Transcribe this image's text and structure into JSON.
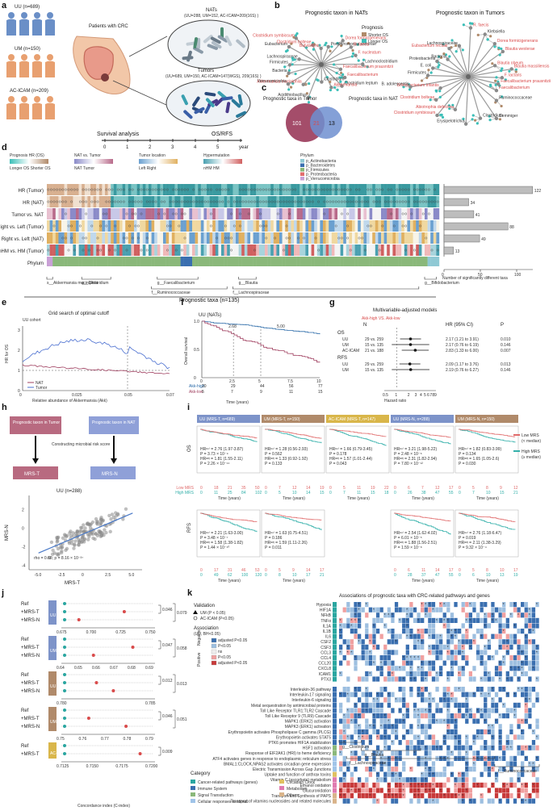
{
  "panel_letters": [
    "a",
    "b",
    "c",
    "d",
    "e",
    "f",
    "g",
    "h",
    "i",
    "j",
    "k"
  ],
  "a": {
    "cohorts": [
      {
        "label": "UU (n=689)",
        "color": "#6a8fc7"
      },
      {
        "label": "UM (n=150)",
        "color": "#e8a070"
      },
      {
        "label": "AC-ICAM (n=209)",
        "color": "#e8a070"
      }
    ],
    "patients_label": "Patients with CRC",
    "nats_label": "NATs",
    "nats_sub": "(UU=288, UM=152, AC-ICAM=209(16S) )",
    "tumors_label": "Tumors",
    "tumors_sub": "(UU=689, UM=150, AC-ICAM=147(WGS), 209(16S) )",
    "survival_label": "Survival analysis",
    "os_rfs_label": "OS/RFS",
    "timeline": [
      "0",
      "1",
      "2",
      "3",
      "4",
      "5",
      "year"
    ]
  },
  "b": {
    "title_nat": "Prognostic taxon in NATs",
    "title_tumor": "Prognostic taxon in Tumors",
    "legend_title": "Prognosis",
    "legend_items": [
      {
        "label": "Shorter OS",
        "color": "#b08a6a"
      },
      {
        "label": "Longer OS",
        "color": "#3cbfb8"
      }
    ],
    "nat_taxa": [
      "Faecalibacterium prausnitzii",
      "Faecalibacterium",
      "Clostridium leptum",
      "Akkermansia",
      "Clostridium",
      "Acidithiobacillus",
      "Akkermansia muciniphila",
      "Verrucomicrobia",
      "Bacteria",
      "Firmicutes",
      "Lachnospiraceae",
      "Eubacterium",
      "Clostridium symbiosum",
      "Clostridium bolteae",
      "Butyrivibrio",
      "Porphyromonas somerae",
      "Dorea formicigenerans",
      "R. faecis",
      "F. nucleatum",
      "Lachnoclostridium"
    ],
    "tumor_taxa": [
      "Faecalibacterium prausnitzii",
      "Faecalibacterium",
      "Ruminococcaceae",
      "Gemmiger",
      "Clostridium",
      "Erysipelotrichia",
      "Abiotrophia defectiva",
      "Clostridium symbiosum",
      "Clostridium bolteae",
      "Bifidobacterium infantis",
      "B. adolescentis",
      "Firmicutes",
      "E. coli",
      "Proteobacteria",
      "Bacteria",
      "Eubacterium rectale",
      "Lachnospiraceae",
      "R. faecis",
      "Klebsiella",
      "Dorea formicigenerans",
      "Blautia wexlerae",
      "Blautia obeum",
      "Blautia massiliensis",
      "F. lactaris"
    ]
  },
  "c": {
    "left_label": "Prognostic taxa in Tumor",
    "right_label": "Prognostic taxa in NAT",
    "left_n": "101",
    "overlap_n": "21",
    "right_n": "13"
  },
  "d": {
    "legend_groups": [
      {
        "title": "Prognosis HR (OS)",
        "sub": "Longer OS  Shorter OS"
      },
      {
        "title": "NAT vs. Tumor",
        "sub": "NAT  Tumor"
      },
      {
        "title": "Tumor location",
        "sub": "Left  Right"
      },
      {
        "title": "Hypermutation",
        "sub": "nHM  HM"
      }
    ],
    "phylum_title": "Phylum",
    "phyla": [
      {
        "label": "p_Actinobacteria",
        "color": "#8fc9d4"
      },
      {
        "label": "p_Bacteroidetes",
        "color": "#3a6fb0"
      },
      {
        "label": "p_Firmicutes",
        "color": "#8ab87a"
      },
      {
        "label": "p_Proteobacteria",
        "color": "#e26d6d"
      },
      {
        "label": "p_Verrucomicrobia",
        "color": "#c9a0d6"
      }
    ],
    "rows": [
      "HR (Tumor)",
      "HR (NAT)",
      "Tumor vs. NAT",
      "Right vs. Left (Tumor)",
      "Right vs. Left (NAT)",
      "nHM vs. HM (Tumor)",
      "Phylum"
    ],
    "taxa_labels": [
      "s__Akkermansia muciniphila",
      "g__Clostridium",
      "g__Faecalibacterium",
      "f__Ruminococcaceae",
      "g__Blautia",
      "f__Lachnospiraceae",
      "g__Bifidobacterium"
    ],
    "footer": "Prognostic taxa (n=135)",
    "bar_xlabel": "Number of significantly different taxa",
    "bar_ticks": [
      "0",
      "50",
      "100"
    ]
  },
  "e": {
    "title": "Grid search of optimal cutoff",
    "cohort": "UU cohort",
    "ylabel": "HR for OS",
    "xlabel": "Relative abundance of Akkermansia (Akk)",
    "xticks": [
      "0",
      "0.025",
      "0.05",
      "0.07"
    ],
    "yticks": [
      "0",
      "1",
      "2",
      "3"
    ],
    "legend": [
      {
        "label": "NAT",
        "color": "#a04060"
      },
      {
        "label": "Tumor",
        "color": "#4a6fd0"
      }
    ]
  },
  "f": {
    "title": "UU (NATs)",
    "ylabel": "Overall survival",
    "xlabel": "Time (years)",
    "annot": [
      "2.68",
      "5.00"
    ],
    "risk_hi_label": "Akk-high",
    "risk_lo_label": "Akk-low",
    "risk_hi": [
      "20",
      "29",
      "44",
      "56",
      "77"
    ],
    "risk_lo": [
      "5",
      "7",
      "9",
      "11",
      "15"
    ],
    "xticks": [
      "0",
      "2.5",
      "5",
      "7.5",
      "10"
    ]
  },
  "g": {
    "title": "Multivariable-adjusted models",
    "comparison": "Akk-high VS. Akk-low",
    "headers": [
      "N",
      "HR (95% CI)",
      "P"
    ],
    "groups": [
      {
        "endpoint": "OS",
        "rows": [
          {
            "cohort": "UU",
            "n": "29 vs. 259",
            "hr": "2.17 (1.21 to 3.91)",
            "p": "0.010"
          },
          {
            "cohort": "UM",
            "n": "15 vs. 135",
            "hr": "2.17 (0.76 to 6.19)",
            "p": "0.146"
          },
          {
            "cohort": "AC-ICAM",
            "n": "21 vs. 188",
            "hr": "2.83 (1.33 to 6.00)",
            "p": "0.007"
          }
        ]
      },
      {
        "endpoint": "RFS",
        "rows": [
          {
            "cohort": "UU",
            "n": "29 vs. 259",
            "hr": "2.09 (1.17 to 3.76)",
            "p": "0.013"
          },
          {
            "cohort": "UM",
            "n": "15 vs. 135",
            "hr": "2.19 (0.76 to 6.27)",
            "p": "0.146"
          }
        ]
      }
    ],
    "xlabel": "Hazard ratio",
    "xticks": [
      "0.5",
      "1",
      "2",
      "3",
      "4",
      "5",
      "6",
      "7",
      "8",
      "9"
    ]
  },
  "h": {
    "box_tumor": "Prognostic taxon in Tumor",
    "box_nat": "Prognostic taxon in NAT",
    "mid_label": "Constructing microbial risk score",
    "mrs_t": "MRS-T",
    "mrs_n": "MRS-N",
    "scatter_title": "UU (n=288)",
    "stat": "rho = 0.68; p = 8.16 × 10⁻³⁷",
    "xlabel": "MRS-T",
    "ylabel": "MRS-N",
    "xticks": [
      "-5.0",
      "-2.5",
      "0",
      "2.5",
      "5.0"
    ],
    "yticks": [
      "-4",
      "-2",
      "0",
      "2"
    ]
  },
  "i": {
    "panels": [
      {
        "header": "UU (MRS-T, n=689)",
        "color": "#7d93c9",
        "stats_os": [
          "HRᵘⁿⁱ = 2.76 (1.97-3.87)",
          "P = 3.73 × 10⁻⁹",
          "HRᵃᵈʲ = 1.81 (1.55-2.11)",
          "P = 2.26 × 10⁻¹⁴"
        ],
        "stats_rfs": [
          "HRᵘⁿⁱ = 2.21 (1.63-3.00)",
          "P = 3.48 × 10⁻⁷",
          "HRᵃᵈʲ = 1.58 (1.38-1.82)",
          "P = 1.44 × 10⁻¹⁰"
        ],
        "risk_os_low": [
          "0",
          "18",
          "21",
          "35",
          "50"
        ],
        "risk_os_high": [
          "0",
          "11",
          "25",
          "84",
          "102"
        ],
        "risk_rfs_low": [
          "0",
          "17",
          "31",
          "46",
          "53"
        ],
        "risk_rfs_high": [
          "0",
          "49",
          "62",
          "100",
          "120"
        ]
      },
      {
        "header": "UM (MRS-T, n=150)",
        "color": "#b08a6a",
        "stats_os": [
          "HRᵘⁿⁱ = 1.28 (0.56-2.93)",
          "P = 0.562",
          "HRᵃᵈʲ = 1.33 (0.92-1.92)",
          "P = 0.133"
        ],
        "stats_rfs": [
          "HRᵘⁿⁱ = 1.63 (0.75-4.51)",
          "P = 0.186",
          "HRᵃᵈʲ = 1.59 (1.11-2.26)",
          "P = 0.011"
        ],
        "risk_os_low": [
          "0",
          "7",
          "12",
          "14",
          "19"
        ],
        "risk_os_high": [
          "0",
          "5",
          "10",
          "14",
          "15"
        ],
        "risk_rfs_low": [
          "0",
          "5",
          "9",
          "14",
          "17"
        ],
        "risk_rfs_high": [
          "0",
          "8",
          "10",
          "17",
          "21"
        ]
      },
      {
        "header": "AC-ICAM (MRS-T, n=147)",
        "color": "#d9b64a",
        "stats_os": [
          "HRᵘⁿⁱ = 1.66 (0.79-3.45)",
          "P = 0.178",
          "HRᵃᵈʲ = 1.57 (1.01-2.44)",
          "P = 0.043"
        ],
        "stats_rfs": [],
        "risk_os_low": [
          "0",
          "5",
          "11",
          "19",
          "22"
        ],
        "risk_os_high": [
          "0",
          "7",
          "11",
          "15",
          "18"
        ],
        "risk_rfs_low": [],
        "risk_rfs_high": []
      },
      {
        "header": "UU (MRS-N, n=288)",
        "color": "#7d93c9",
        "stats_os": [
          "HRᵘⁿⁱ = 3.21 (1.98-5.22)",
          "P = 2.48 × 10⁻⁶",
          "HRᵃᵈʲ = 2.31 (1.82-2.94)",
          "P = 7.80 × 10⁻¹²"
        ],
        "stats_rfs": [
          "HRᵘⁿⁱ = 2.54 (1.62-4.02)",
          "P = 6.01 × 10⁻⁵",
          "HRᵃᵈʲ = 1.88 (1.56-2.51)",
          "P = 1.59 × 10⁻⁸"
        ],
        "risk_os_low": [
          "0",
          "6",
          "7",
          "12",
          "17"
        ],
        "risk_os_high": [
          "0",
          "26",
          "38",
          "47",
          "55"
        ],
        "risk_rfs_low": [
          "0",
          "6",
          "11",
          "14",
          "17"
        ],
        "risk_rfs_high": [
          "0",
          "28",
          "37",
          "47",
          "55"
        ]
      },
      {
        "header": "UM (MRS-N, n=150)",
        "color": "#b08a6a",
        "stats_os": [
          "HRᵘⁿⁱ = 1.82 (0.83-3.99)",
          "P = 0.134",
          "HRᵃᵈʲ = 1.65 (1.05-2.6)",
          "P = 0.030"
        ],
        "stats_rfs": [
          "HRᵘⁿⁱ = 2.76 (1.18-6.47)",
          "P = 0.019",
          "HRᵃᵈʲ = 2.11 (1.38-3.29)",
          "P = 9.32 × 10⁻⁴"
        ],
        "risk_os_low": [
          "0",
          "5",
          "8",
          "9",
          "12"
        ],
        "risk_os_high": [
          "0",
          "7",
          "10",
          "15",
          "21"
        ],
        "risk_rfs_low": [
          "0",
          "5",
          "8",
          "10",
          "17"
        ],
        "risk_rfs_high": [
          "0",
          "6",
          "10",
          "13",
          "19"
        ]
      }
    ],
    "row_os": "OS",
    "row_rfs": "RFS",
    "xlabel": "Time (years)",
    "legend": [
      {
        "label": "Low MRS",
        "sub": "(< median)",
        "color": "#e06a6a"
      },
      {
        "label": "High MRS",
        "sub": "(≥ median)",
        "color": "#34b0aa"
      }
    ],
    "risk_low_label": "Low MRS",
    "risk_high_label": "High MRS"
  },
  "j": {
    "rows": [
      {
        "cohort": "UU",
        "color": "#7d93c9",
        "labels": [
          "Ref",
          "+MRS-T",
          "+MRS-N"
        ],
        "p1": "0.046",
        "p2": "0.079",
        "xticks": [
          "0.675",
          "0.700",
          "0.725",
          "0.750"
        ]
      },
      {
        "cohort": "UM",
        "color": "#7d93c9",
        "labels": [
          "Ref",
          "+MRS-T",
          "+MRS-N"
        ],
        "p1": "0.047",
        "p2": "0.058",
        "xticks": [
          "0.64",
          "0.65",
          "0.66",
          "0.67",
          "0.68",
          "0.69"
        ]
      },
      {
        "cohort": "UU",
        "color": "#b08a6a",
        "labels": [
          "Ref",
          "+MRS-T",
          "+MRS-N"
        ],
        "p1": "0.012",
        "p2": "0.013",
        "xticks": [
          "0.780",
          "0.785"
        ]
      },
      {
        "cohort": "UM",
        "color": "#b08a6a",
        "labels": [
          "Ref",
          "+MRS-T",
          "+MRS-N"
        ],
        "p1": "0.046",
        "p2": "0.051",
        "xticks": [
          "0.75",
          "0.76",
          "0.77",
          "0.78",
          "0.79"
        ]
      },
      {
        "cohort": "AC-ICAM",
        "color": "#d9b64a",
        "labels": [
          "Ref",
          "+MRS-T"
        ],
        "p1": "0.009",
        "p2": "",
        "xticks": [
          "0.7125",
          "0.7150",
          "0.7175",
          "0.7200"
        ]
      }
    ],
    "xlabel": "Concordance index (C-index)"
  },
  "k": {
    "title": "Associations of prognostic taxa with CRC-related pathways and genes",
    "validation_title": "Validation",
    "validation_items": [
      "UM (P < 0.05)",
      "AC-ICAM (P<0.05)"
    ],
    "association_title": "Association",
    "association_sub": "(UU, BH<0.05)",
    "assoc_items": [
      {
        "group": "Negative",
        "label": "adjusted P<0.05",
        "color": "#3a6fb0"
      },
      {
        "group": "Negative",
        "label": "P<0.05",
        "color": "#9dbfe0"
      },
      {
        "group": "",
        "label": "ns",
        "color": "#eeeeee"
      },
      {
        "group": "Positive",
        "label": "P<0.05",
        "color": "#f0a0a0"
      },
      {
        "group": "Positive",
        "label": "adjusted P<0.05",
        "color": "#c83a3a"
      }
    ],
    "genes": [
      "Hypoxia",
      "HIF1A",
      "NFkB",
      "TNFα",
      "IL1A",
      "IL1B",
      "IL6",
      "CSF2",
      "CSF3",
      "CCL3",
      "CCL4",
      "CCL20",
      "CXCL8",
      "ICAM1",
      "PTX3"
    ],
    "pathways": [
      "Interleukin-36 pathway",
      "Interleukin-17 signaling",
      "Interleukin-6 signaling",
      "Metal sequestration by antimicrobial proteins",
      "Toll Like Receptor TLR1:TLR2 Cascade",
      "Toll Like Receptor 9 (TLR9) Cascade",
      "MAPK1 (ERK2) activation",
      "MAPK3 (ERK1) activation",
      "Erythropoietin activates Phospholipase C gamma (PLCG)",
      "Erythropoietin activates STAT5",
      "PTK6 promotes HIF1A stabilization",
      "HSF1 activation",
      "Response of EIF2AK1 (HRI) to heme deficiency",
      "ATF4 activates genes in response to endoplasmic reticulum stress",
      "BMAL1:CLOCK,NPAS2 activates circadian gene expression",
      "Electric Transmission Across Gap Junctions",
      "Uptake and function of anthrax toxins",
      "Vitamin C (ascorbate) metabolism",
      "Ethanol oxidation",
      "Glucuronidation",
      "Transport and Synthesis of PAPS",
      "Transport of vitamins nucleosides and related molecules"
    ],
    "taxa_groups": [
      "g__Clostridium",
      "g__Blautia",
      "f__Lachnospiraceae",
      "f__Ruminococcaceae"
    ],
    "category_title": "Category",
    "categories": [
      {
        "label": "Cancer-related pathways (genes)",
        "color": "#2aa6a0"
      },
      {
        "label": "Immune System",
        "color": "#3a6fb0"
      },
      {
        "label": "Signal Transduction",
        "color": "#8ab87a"
      },
      {
        "label": "Cellular responses to stimuli",
        "color": "#a0c4e8"
      },
      {
        "label": "Circadian Clock",
        "color": "#e0c060"
      },
      {
        "label": "Metabolism",
        "color": "#e07ab0"
      },
      {
        "label": "Others",
        "color": "#d9b48a"
      }
    ]
  }
}
